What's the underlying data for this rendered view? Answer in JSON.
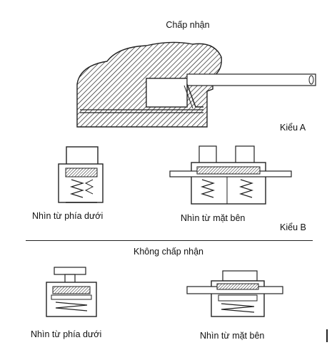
{
  "labels": {
    "accepted": "Chấp nhận",
    "type_a": "Kiểu A",
    "view_bottom_1": "Nhìn từ phía dưới",
    "view_side_1": "Nhìn từ mặt bên",
    "type_b": "Kiểu B",
    "not_accepted": "Không chấp nhận",
    "view_bottom_2": "Nhìn từ phía dưới",
    "view_side_2": "Nhìn từ mặt bên"
  }
}
